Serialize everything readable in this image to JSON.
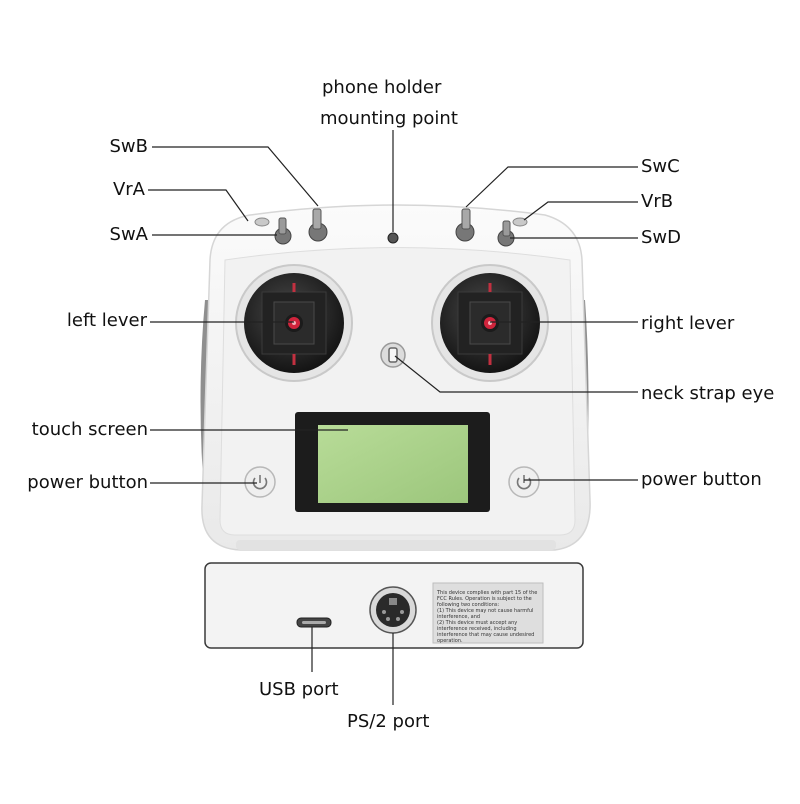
{
  "labels": {
    "phone_holder_line1": "phone holder",
    "phone_holder_line2": "mounting point",
    "swb": "SwB",
    "vra": "VrA",
    "swa": "SwA",
    "swc": "SwC",
    "vrb": "VrB",
    "swd": "SwD",
    "left_lever": "left lever",
    "right_lever": "right lever",
    "neck_strap_eye": "neck strap eye",
    "touch_screen": "touch screen",
    "power_button_left": "power button",
    "power_button_right": "power button",
    "usb_port": "USB port",
    "ps2_port": "PS/2 port"
  },
  "fcc_sticker": {
    "lines": [
      "This device complies with part 15 of the",
      "FCC Rules. Operation is subject to the",
      "following two conditions:",
      "(1) This device may not cause harmful",
      "interference, and",
      "(2) This device must accept any",
      "interference received, including",
      "interference that may cause undesired",
      "operation."
    ]
  },
  "colors": {
    "body_white": "#f4f4f4",
    "grip_gray": "#9a9a9a",
    "lcd_green": "#a9d18a",
    "lcd_frame": "#1c1c1c",
    "stick_tip": "#d0243c",
    "leader_line": "#222222"
  }
}
